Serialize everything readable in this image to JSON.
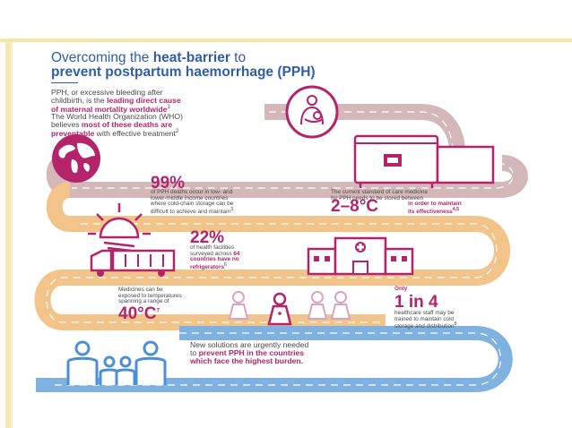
{
  "title": {
    "line1_prefix": "Overcoming the ",
    "line1_emph": "heat-barrier",
    "line1_suffix": " to",
    "line2": "prevent postpartum haemorrhage (PPH)"
  },
  "intro": {
    "p1_a": "PPH, or excessive bleeding after",
    "p1_b": "childbirth, is the ",
    "p1_emph1": "leading direct cause",
    "p1_emph2": "of maternal mortality worldwide",
    "p1_ref": "1",
    "p2_a": "The World Health Organization (WHO)",
    "p2_b": "believes ",
    "p2_emph1": "most of these deaths are",
    "p2_emph2": "preventable",
    "p2_c": " with effective treatment",
    "p2_ref": "2"
  },
  "stat_99": {
    "value": "99%",
    "l1": "of PPH deaths occur in low- and",
    "l2": "lower-middle income countries",
    "l3": "where cold-chain storage can be",
    "l4": "difficult to achieve and maintain",
    "ref": "3"
  },
  "stat_cold": {
    "l1": "The current standard of care medicine",
    "l2": "for PPH needs to be stored between",
    "value": "2–8°C",
    "emph1": "in order to maintain",
    "emph2": "its effectiveness",
    "ref": "4,5"
  },
  "stat_22": {
    "value": "22%",
    "l1": "of health facilities",
    "l2": "surveyed across ",
    "l2_emph": "64",
    "l3": "countries have no",
    "l4": "refrigerators",
    "ref": "6"
  },
  "stat_40": {
    "l1": "Medicines can be",
    "l2": "exposed to temperatures",
    "l3": "spanning a range of",
    "value": "40°C",
    "ref": "7"
  },
  "stat_1in4": {
    "only": "Only",
    "value": "1 in 4",
    "l1": "healthcare staff may be",
    "l2": "trained to maintain cold",
    "l3": "storage and distribution",
    "ref": "8"
  },
  "closing": {
    "l1": "New solutions are urgently needed",
    "l2a": "to ",
    "l2_emph": "prevent PPH in the countries",
    "l3_emph": "which face the highest burden."
  },
  "colors": {
    "magenta": "#b5246a",
    "blue": "#2f5ea8",
    "grey_road": "#d3b7b9",
    "orange_road": "#f3c489",
    "blue_road": "#5b9bd5",
    "slide_rail": "#f2e7a6"
  },
  "icons": [
    "mother-baby-icon",
    "refrigerator-icon",
    "globe-icon",
    "sun-icon",
    "truck-icon",
    "hospital-icon",
    "nurse-icon",
    "family-icon"
  ]
}
